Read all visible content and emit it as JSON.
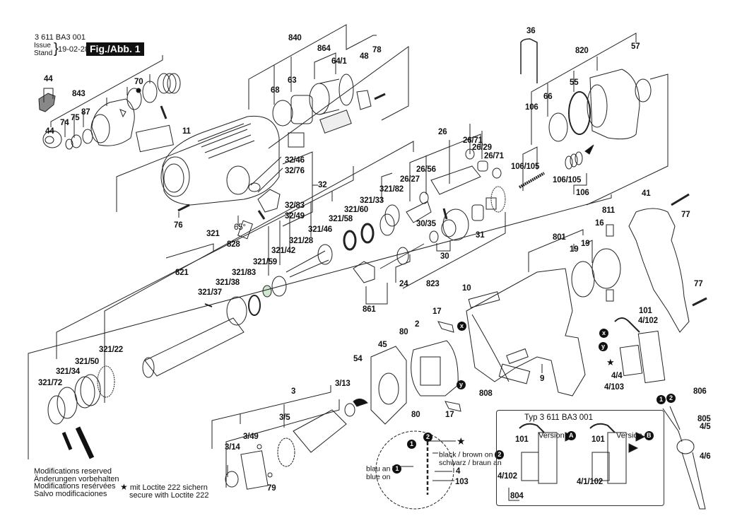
{
  "header": {
    "part_code": "3 611 BA3 001",
    "issue_label_en": "Issue",
    "issue_label_de": "Stand",
    "issue_date": "19-02-28",
    "figure_label": "Fig./Abb. 1"
  },
  "part_labels": {
    "p44a": "44",
    "p44b": "44",
    "p843": "843",
    "p74": "74",
    "p75": "75",
    "p87": "87",
    "p70": "70",
    "p11": "11",
    "p840": "840",
    "p864": "864",
    "p64_1": "64/1",
    "p48": "48",
    "p78": "78",
    "p68": "68",
    "p63": "63",
    "p36": "36",
    "p820": "820",
    "p57": "57",
    "p55": "55",
    "p66": "66",
    "p106a": "106",
    "p106_105a": "106/105",
    "p106_105b": "106/105",
    "p106b": "106",
    "p26": "26",
    "p26_71a": "26/71",
    "p26_29": "26/29",
    "p26_71b": "26/71",
    "p26_56": "26/56",
    "p26_27": "26/27",
    "p32_46": "32/46",
    "p32_76": "32/76",
    "p32": "32",
    "p32_83": "32/83",
    "p32_49": "32/49",
    "p76": "76",
    "p65deg": "65°",
    "p828": "828",
    "p321": "321",
    "p321_82": "321/82",
    "p321_33": "321/33",
    "p321_60": "321/60",
    "p321_58": "321/58",
    "p321_46": "321/46",
    "p321_28": "321/28",
    "p321_42": "321/42",
    "p321_59": "321/59",
    "p821": "821",
    "p321_83": "321/83",
    "p321_38": "321/38",
    "p321_37": "321/37",
    "p321_22": "321/22",
    "p321_50": "321/50",
    "p321_34": "321/34",
    "p321_72": "321/72",
    "p30_35": "30/35",
    "p30": "30",
    "p31": "31",
    "p24": "24",
    "p823": "823",
    "p861": "861",
    "p41": "41",
    "p77a": "77",
    "p77b": "77",
    "p811": "811",
    "p16": "16",
    "p801": "801",
    "p19a": "19",
    "p19b": "19",
    "p10": "10",
    "p17a": "17",
    "p17b": "17",
    "p2": "2",
    "p80a": "80",
    "p80b": "80",
    "p45": "45",
    "p54": "54",
    "p3_13": "3/13",
    "p3": "3",
    "p3_5": "3/5",
    "p3_49": "3/49",
    "p3_14": "3/14",
    "p79": "79",
    "p808": "808",
    "p9": "9",
    "p101": "101",
    "p4_102": "4/102",
    "p4_4": "4/4",
    "p4_103": "4/103",
    "p806": "806",
    "p805": "805",
    "p4_5": "4/5",
    "p4_6": "4/6",
    "p4": "4",
    "p103": "103"
  },
  "connector_badges": {
    "x": "x",
    "y": "y",
    "one": "1",
    "two": "2",
    "a": "A",
    "b": "B"
  },
  "detail_callout": {
    "black_brown_en": "black / brown on",
    "black_brown_de": "schwarz / braun an",
    "blue_de": "blau an",
    "blue_en": "blue on"
  },
  "inset": {
    "title": "Typ 3 611 BA3 001",
    "version_label": "Version",
    "left": {
      "wire": "101",
      "part": "4/102",
      "assembly": "804"
    },
    "right": {
      "wire": "101",
      "part": "4/1/102"
    }
  },
  "notes": {
    "line_en": "Modifications reserved",
    "line_de": "Änderungen vorbehalten",
    "line_fr": "Modifications resérvées",
    "line_es": "Salvo modificaciones"
  },
  "loctite": {
    "star": "★",
    "line_de": "mit Loctite 222 sichern",
    "line_en": "secure with Loctite 222"
  }
}
